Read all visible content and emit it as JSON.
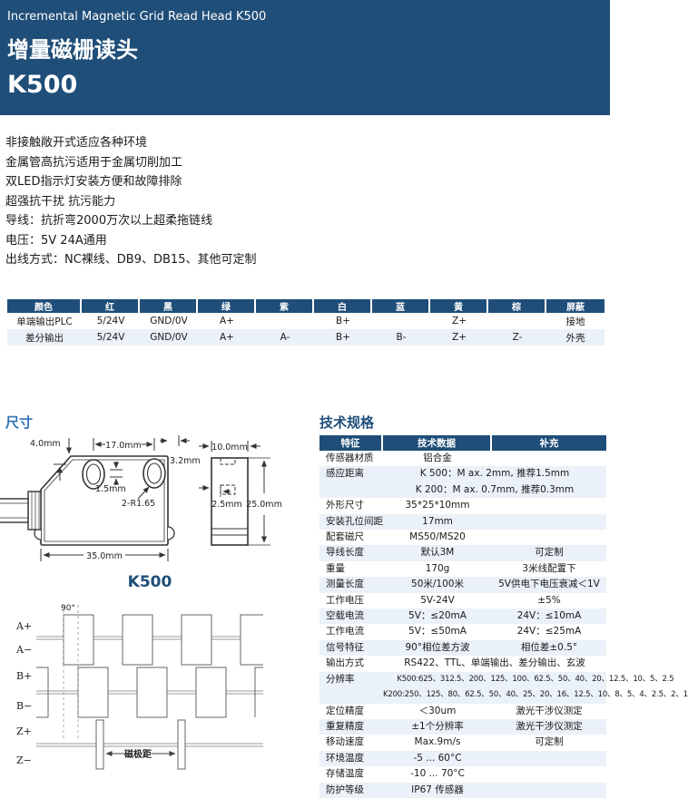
{
  "banner": {
    "subtitle": "Incremental Magnetic Grid Read Head K500",
    "title_cn": "增量磁栅读头",
    "model": "K500"
  },
  "features": [
    "非接触敞开式适应各种环境",
    "金属管高抗污适用于金属切削加工",
    "双LED指示灯安装方便和故障排除",
    "超强抗干扰 抗污能力",
    "导线：抗折弯2000万次以上超柔拖链线",
    "电压：5V 24A通用",
    "出线方式：NC裸线、DB9、DB15、其他可定制"
  ],
  "wiring_table": {
    "headers": [
      "颜色",
      "红",
      "黑",
      "绿",
      "紫",
      "白",
      "蓝",
      "黄",
      "棕",
      "屏蔽"
    ],
    "rows": [
      [
        "单端输出PLC",
        "5/24V",
        "GND/0V",
        "A+",
        "",
        "B+",
        "",
        "Z+",
        "",
        "接地"
      ],
      [
        "差分输出",
        "5/24V",
        "GND/0V",
        "A+",
        "A-",
        "B+",
        "B-",
        "Z+",
        "Z-",
        "外壳"
      ]
    ]
  },
  "dimensions": {
    "title": "尺寸",
    "model_label": "K500",
    "labels": {
      "d40": "4.0mm",
      "d170": "17.0mm",
      "d32": "3.2mm",
      "d15": "1.5mm",
      "radius": "2-R1.65",
      "d350": "35.0mm",
      "d100": "10.0mm",
      "d25": "2.5mm",
      "d250": "25.0mm"
    }
  },
  "waveform": {
    "phase": "90°",
    "pole_pitch": "磁极距",
    "labels": [
      "A+",
      "A−",
      "B+",
      "B−",
      "Z+",
      "Z−"
    ]
  },
  "specs": {
    "title": "技术规格",
    "headers": [
      "特征",
      "技术数据",
      "补充"
    ],
    "rows": [
      {
        "label": "传感器材质",
        "data": "铝合金",
        "extra": ""
      },
      {
        "label": "感应距离",
        "span": [
          "K 500：M ax. 2mm, 推荐1.5mm",
          "K 200：M ax. 0.7mm, 推荐0.3mm"
        ]
      },
      {
        "label": "外形尺寸",
        "data": "35*25*10mm",
        "extra": ""
      },
      {
        "label": "安装孔位间距",
        "data": "17mm",
        "extra": ""
      },
      {
        "label": "配套磁尺",
        "data": "MS50/MS20",
        "extra": ""
      },
      {
        "label": "导线长度",
        "data": "默认3M",
        "extra": "可定制"
      },
      {
        "label": "重量",
        "data": "170g",
        "extra": "3米线配置下"
      },
      {
        "label": "测量长度",
        "data": "50米/100米",
        "extra": "5V供电下电压衰减＜1V"
      },
      {
        "label": "工作电压",
        "data": "5V-24V",
        "extra": "±5%"
      },
      {
        "label": "空载电流",
        "data": "5V：≤20mA",
        "extra": "24V：≤10mA"
      },
      {
        "label": "工作电流",
        "data": "5V：≤50mA",
        "extra": "24V：≤25mA"
      },
      {
        "label": "信号特征",
        "data": "90°相位差方波",
        "extra": "相位差±0.5°"
      },
      {
        "label": "输出方式",
        "span": [
          "RS422、TTL、单端输出、差分输出、玄波"
        ]
      },
      {
        "label": "分辨率",
        "small": true,
        "span": [
          "K500:625、312.5、200、125、100、62.5、50、40、20、12.5、10、5、2.5",
          "K200:250、125、80、62.5、50、40、25、20、16、12.5、10、8、5、4、2.5、2、1"
        ]
      },
      {
        "label": "定位精度",
        "data": "＜30um",
        "extra": "激光干涉仪测定"
      },
      {
        "label": "重复精度",
        "data": "±1个分辨率",
        "extra": "激光干涉仪测定"
      },
      {
        "label": "移动速度",
        "data": "Max.9m/s",
        "extra": "可定制"
      },
      {
        "label": "环境温度",
        "data": "-5 ... 60°C",
        "extra": ""
      },
      {
        "label": "存储温度",
        "data": "-10 ... 70°C",
        "extra": ""
      },
      {
        "label": "防护等级",
        "data": "IP67 传感器",
        "extra": ""
      }
    ]
  },
  "colors": {
    "banner": "#1F4E79",
    "section_title": "#2E74B5",
    "navy": "#1F4E79",
    "row_alt": "#EAF1F8"
  }
}
